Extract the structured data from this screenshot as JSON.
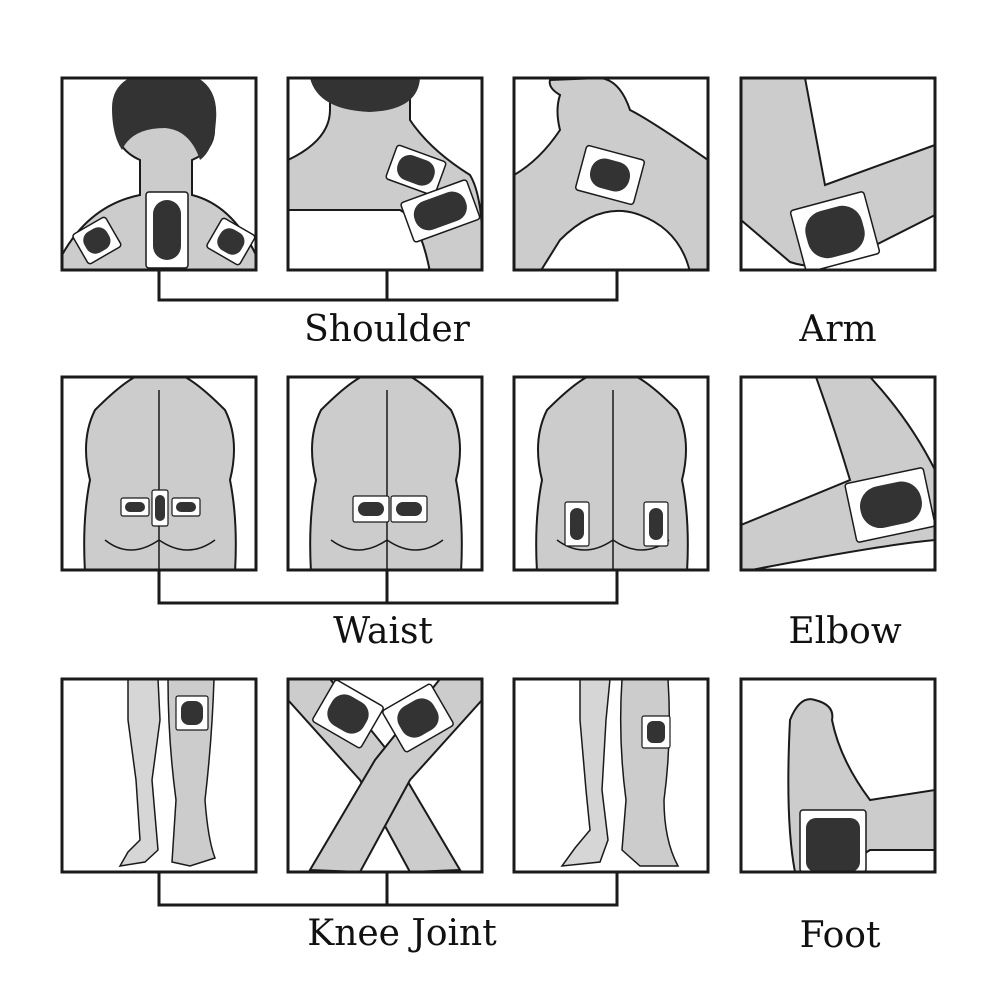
{
  "labels": {
    "shoulder": "Shoulder",
    "arm": "Arm",
    "waist": "Waist",
    "elbow": "Elbow",
    "knee_joint": "Knee Joint",
    "foot": "Foot"
  },
  "colors": {
    "skin": "#cccccc",
    "outline": "#1a1a1a",
    "patch_border": "#ffffff",
    "patch_pad": "#333333",
    "hair": "#333333",
    "background": "#ffffff"
  },
  "icons": {
    "patch": "patch-icon"
  }
}
